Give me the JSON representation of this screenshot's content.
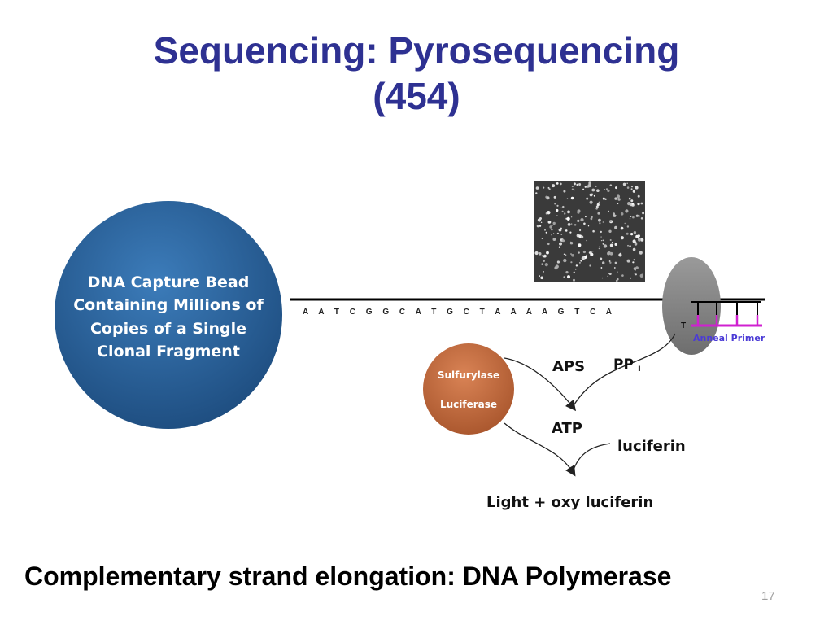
{
  "slide": {
    "title_line1": "Sequencing: Pyrosequencing",
    "title_line2": "(454)",
    "footer": "Complementary strand elongation: DNA Polymerase",
    "page_number": "17"
  },
  "diagram": {
    "bead_lines": [
      "DNA Capture Bead",
      "Containing Millions of",
      "Copies of a Single",
      "Clonal Fragment"
    ],
    "sequence": "A A T C G G C A T G C T A A A A G T C A",
    "polymerase_base": "T",
    "primer_label": "Anneal Primer",
    "enzyme_line1": "Sulfurylase",
    "enzyme_line2": "Luciferase",
    "aps": "APS",
    "ppi": "PP",
    "ppi_sub": "i",
    "atp": "ATP",
    "luciferin": "luciferin",
    "light": "Light + oxy luciferin",
    "colors": {
      "title": "#2e3192",
      "bead": "#2f6aa6",
      "enzyme": "#c06a3e",
      "primer": "#d020d0",
      "primer_text": "#4b3bd6",
      "polymerase": "#8a8a8a"
    }
  }
}
